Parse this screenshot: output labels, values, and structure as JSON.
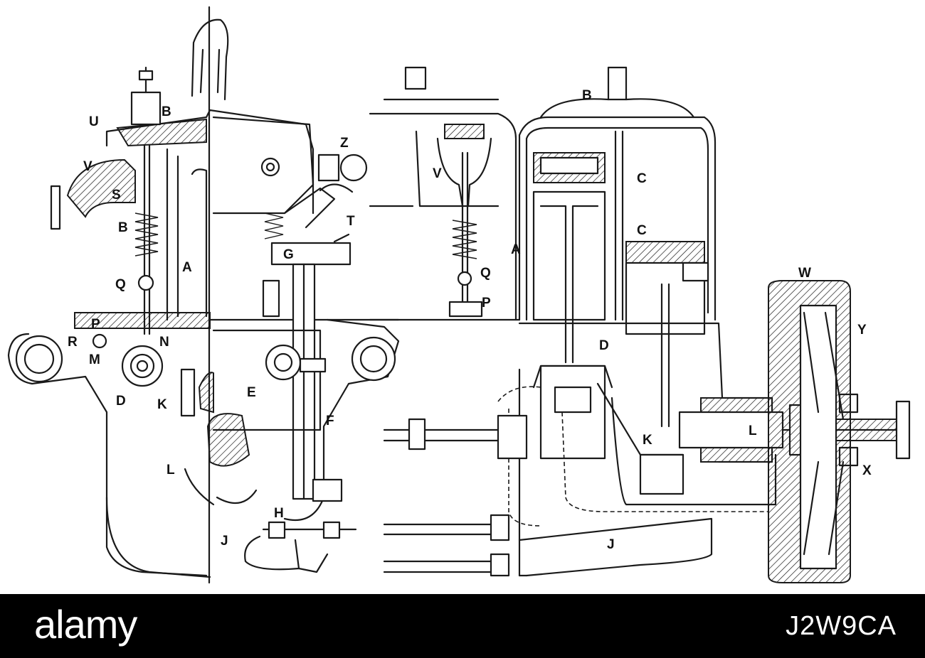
{
  "labels": {
    "left": [
      "U",
      "B",
      "V",
      "S",
      "B",
      "A",
      "Q",
      "P",
      "R",
      "N",
      "M",
      "D",
      "K",
      "E",
      "F",
      "L",
      "J",
      "H",
      "G",
      "T",
      "Z"
    ],
    "right": [
      "V",
      "A",
      "Q",
      "P",
      "B",
      "C",
      "C",
      "D",
      "K",
      "L",
      "J",
      "W",
      "Y",
      "X"
    ]
  },
  "footer": {
    "brand": "alamy",
    "stock_id": "J2W9CA"
  },
  "colors": {
    "ink": "#1a1a1a",
    "paper": "#ffffff",
    "footer_bg": "#000000",
    "footer_text": "#ffffff"
  }
}
